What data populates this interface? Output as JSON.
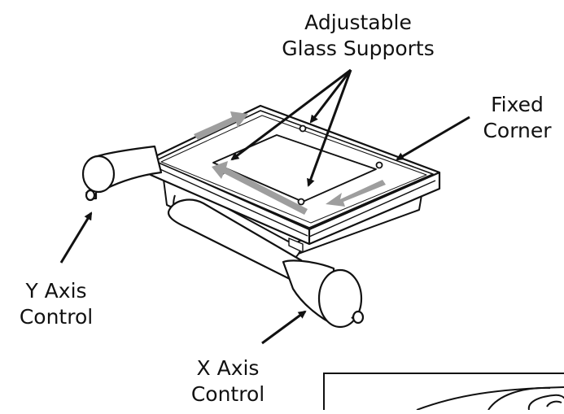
{
  "labels": {
    "glass_supports": {
      "line1": "Adjustable",
      "line2": "Glass Supports"
    },
    "fixed_corner": {
      "line1": "Fixed",
      "line2": "Corner"
    },
    "y_axis": {
      "line1": "Y Axis",
      "line2": "Control"
    },
    "x_axis": {
      "line1": "X Axis",
      "line2": "Control"
    }
  },
  "colors": {
    "stroke": "#111111",
    "motion_arrow": "#9e9e9e",
    "fill": "#ffffff"
  }
}
